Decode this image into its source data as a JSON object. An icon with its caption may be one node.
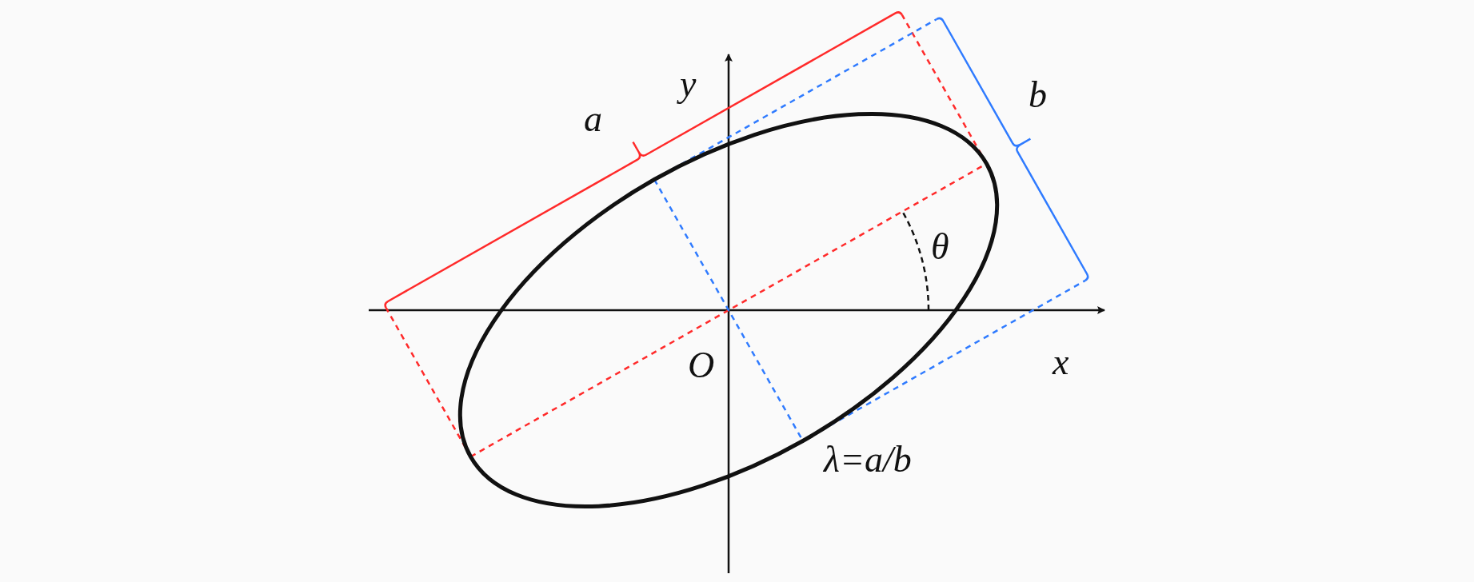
{
  "diagram": {
    "labels": [
      "y",
      "a",
      "b",
      "θ",
      "x",
      "O",
      "λ=a/b"
    ]
  }
}
